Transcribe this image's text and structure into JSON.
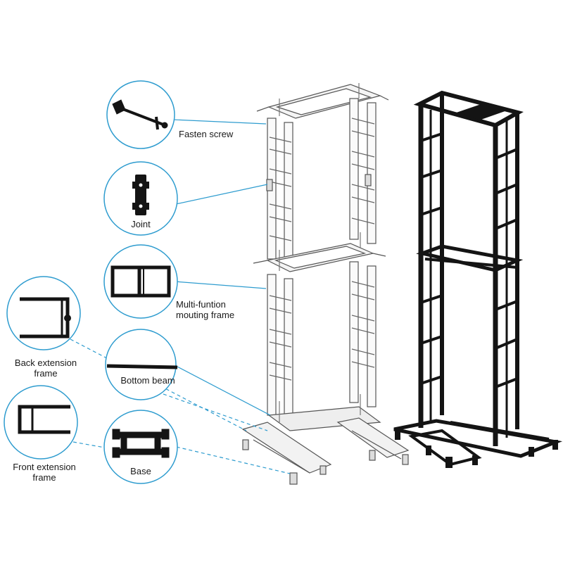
{
  "colors": {
    "accent": "#2e9ccf",
    "frame_line": "#555555",
    "frame_black": "#141414"
  },
  "callouts": [
    {
      "id": "fasten-screw",
      "label": "Fasten screw",
      "icon": "fasten-screw-icon"
    },
    {
      "id": "joint",
      "label": "Joint",
      "icon": "joint-icon"
    },
    {
      "id": "multi-function-mounting-frame",
      "label": "Multi-funtion mouting frame",
      "label_line1": "Multi-funtion",
      "label_line2": "mouting frame",
      "icon": "mounting-frame-icon"
    },
    {
      "id": "back-extension-frame",
      "label": "Back extension frame",
      "label_line1": "Back extension",
      "label_line2": "frame",
      "icon": "back-extension-frame-icon"
    },
    {
      "id": "bottom-beam",
      "label": "Bottom beam",
      "icon": "bottom-beam-icon"
    },
    {
      "id": "front-extension-frame",
      "label": "Front extension frame",
      "label_line1": "Front extension",
      "label_line2": "frame",
      "icon": "front-extension-frame-icon"
    },
    {
      "id": "base",
      "label": "Base",
      "icon": "base-icon"
    }
  ]
}
